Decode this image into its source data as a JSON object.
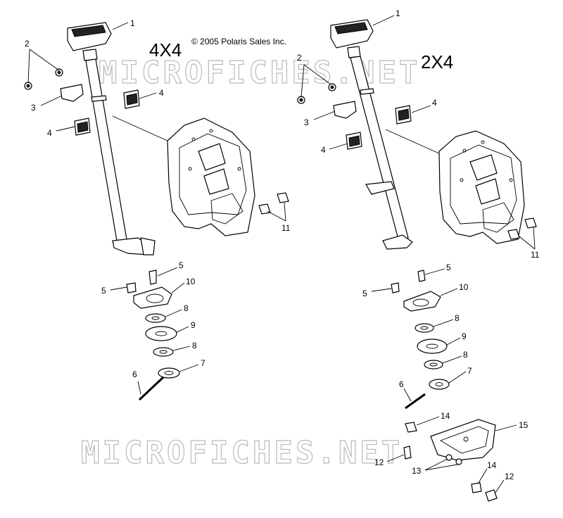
{
  "copyright": "© 2005 Polaris Sales Inc.",
  "watermark": "MICROFICHES.NET",
  "left_title": "4X4",
  "right_title": "2X4",
  "left_callouts": [
    "1",
    "2",
    "3",
    "4",
    "4",
    "5",
    "5",
    "10",
    "8",
    "9",
    "8",
    "7",
    "6",
    "11"
  ],
  "right_callouts": [
    "1",
    "2",
    "3",
    "4",
    "4",
    "5",
    "5",
    "10",
    "8",
    "9",
    "8",
    "7",
    "6",
    "11",
    "14",
    "15",
    "12",
    "13",
    "14",
    "12"
  ]
}
